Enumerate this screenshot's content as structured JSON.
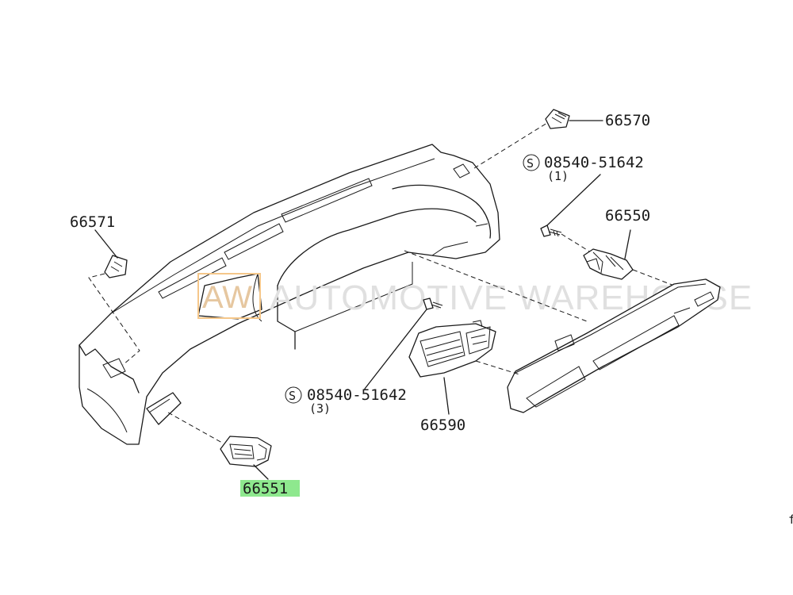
{
  "watermark": {
    "logo": "AW",
    "text": "AUTOMOTIVE WAREHOUSE"
  },
  "parts": {
    "p66570": "66570",
    "p66571": "66571",
    "p66550": "66550",
    "p66590": "66590",
    "p66551": "66551",
    "screw_top": {
      "symbol": "S",
      "number": "08540-51642",
      "qty": "(1)"
    },
    "screw_mid": {
      "symbol": "S",
      "number": "08540-51642",
      "qty": "(3)"
    }
  },
  "highlight_part": "66551",
  "corner_mark": "f",
  "colors": {
    "highlight": "#8ee88e",
    "watermark_logo": "#f5c78a",
    "lines": "#1a1a1a"
  }
}
